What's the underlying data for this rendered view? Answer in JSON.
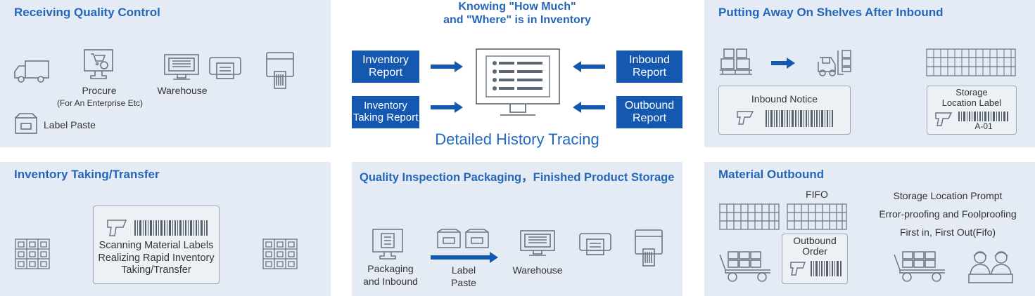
{
  "colors": {
    "panel_bg": "#e4ebf4",
    "accent": "#2466b7",
    "box": "#1558b0",
    "icon": "#6b7480"
  },
  "receiving": {
    "title": "Receiving Quality Control",
    "procure": "Procure",
    "procure_sub": "(For An Enterprise Etc)",
    "warehouse": "Warehouse",
    "label_paste": "Label Paste",
    "icons": [
      "truck-icon",
      "computer-cart-icon",
      "warehouse-monitor-icon",
      "label-printer-icon",
      "barcode-printer-icon",
      "label-box-icon"
    ]
  },
  "center": {
    "title_line1": "Knowing \"How Much\"",
    "title_line2": "and \"Where\" is in Inventory",
    "inventory_report": [
      "Inventory",
      "Report"
    ],
    "inventory_taking_report": [
      "Inventory",
      "Taking Report"
    ],
    "inbound_report": [
      "Inbound",
      "Report"
    ],
    "outbound_report": [
      "Outbound",
      "Report"
    ],
    "tracing": "Detailed History Tracing",
    "icons": [
      "monitor-list-icon",
      "arrow-right-icon",
      "arrow-left-icon"
    ]
  },
  "putaway": {
    "title": "Putting Away On Shelves After Inbound",
    "inbound_notice": "Inbound Notice",
    "storage_label": [
      "Storage",
      "Location Label"
    ],
    "location_code": "A-01",
    "icons": [
      "pallet-boxes-icon",
      "arrow-right-icon",
      "forklift-icon",
      "shelf-icon",
      "scanner-icon",
      "barcode-icon"
    ]
  },
  "taking": {
    "title": "Inventory Taking/Transfer",
    "card_text": [
      "Scanning Material Labels",
      "Realizing Rapid Inventory",
      "Taking/Transfer"
    ],
    "icons": [
      "shelf-icon",
      "scanner-icon",
      "barcode-icon"
    ]
  },
  "quality": {
    "title": "Quality Inspection Packaging，Finished Product Storage",
    "packaging": [
      "Packaging",
      "and Inbound"
    ],
    "label_paste": [
      "Label",
      "Paste"
    ],
    "warehouse": "Warehouse",
    "icons": [
      "computer-box-icon",
      "boxes-icon",
      "arrow-right-icon",
      "warehouse-monitor-icon",
      "label-printer-icon",
      "barcode-printer-icon"
    ]
  },
  "outbound": {
    "title": "Material Outbound",
    "fifo": "FIFO",
    "outbound_order": [
      "Outbound",
      "Order"
    ],
    "prompts": [
      "Storage Location Prompt",
      "Error-proofing and Foolproofing",
      "First in, First Out(Fifo)"
    ],
    "icons": [
      "shelf-icon",
      "cart-icon",
      "scanner-icon",
      "barcode-icon",
      "workers-icon"
    ]
  }
}
